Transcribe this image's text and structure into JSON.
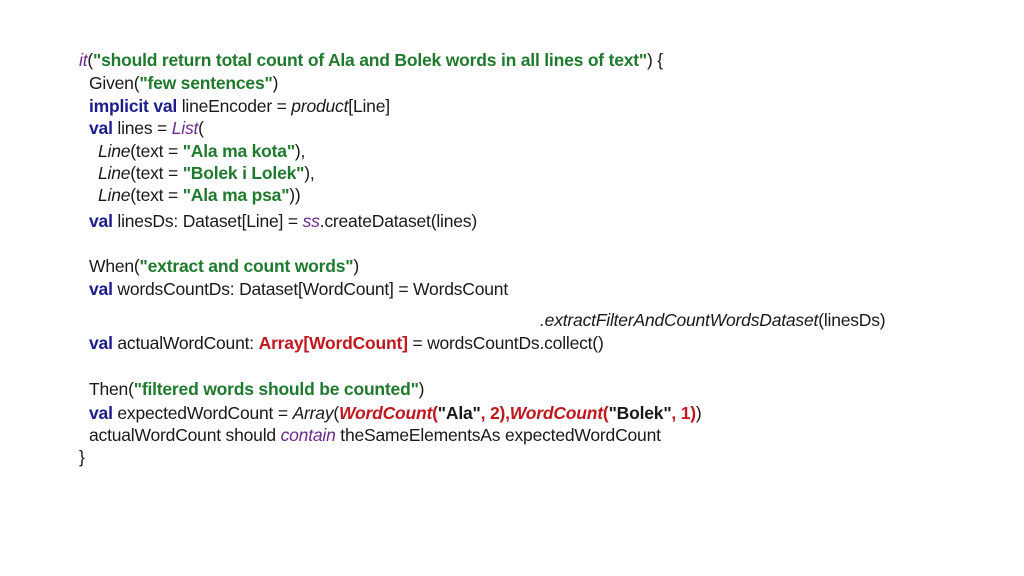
{
  "colors": {
    "plain": "#1a1a1a",
    "keyword": "#1c1c8c",
    "string": "#1f7a2e",
    "method": "#6b2b8c",
    "accent": "#c0181f"
  },
  "lines": [
    [
      {
        "text": "it",
        "role": "method",
        "italic": true
      },
      {
        "text": "(",
        "role": "plain"
      },
      {
        "text": "\"should return total count of Ala and Bolek words in all lines of text\"",
        "role": "string",
        "bold": true
      },
      {
        "text": ") {",
        "role": "plain"
      }
    ],
    [
      {
        "text": "Given(",
        "role": "plain"
      },
      {
        "text": "\"few sentences\"",
        "role": "string",
        "bold": true
      },
      {
        "text": ")",
        "role": "plain"
      }
    ],
    [
      {
        "text": "implicit val",
        "role": "keyword",
        "bold": true
      },
      {
        "text": " lineEncoder = ",
        "role": "plain"
      },
      {
        "text": "product",
        "role": "plain",
        "italic": true
      },
      {
        "text": "[Line]",
        "role": "plain"
      }
    ],
    [
      {
        "text": "val",
        "role": "keyword",
        "bold": true
      },
      {
        "text": " lines = ",
        "role": "plain"
      },
      {
        "text": "List",
        "role": "method",
        "italic": true
      },
      {
        "text": "(",
        "role": "plain"
      }
    ],
    [
      {
        "text": "Line",
        "role": "plain",
        "italic": true
      },
      {
        "text": "(text = ",
        "role": "plain"
      },
      {
        "text": "\"Ala ma kota\"",
        "role": "string",
        "bold": true
      },
      {
        "text": "),",
        "role": "plain"
      }
    ],
    [
      {
        "text": "Line",
        "role": "plain",
        "italic": true
      },
      {
        "text": "(text = ",
        "role": "plain"
      },
      {
        "text": "\"Bolek i Lolek\"",
        "role": "string",
        "bold": true
      },
      {
        "text": "),",
        "role": "plain"
      }
    ],
    [
      {
        "text": "Line",
        "role": "plain",
        "italic": true
      },
      {
        "text": "(text = ",
        "role": "plain"
      },
      {
        "text": "\"Ala ma psa\"",
        "role": "string",
        "bold": true
      },
      {
        "text": "))",
        "role": "plain"
      }
    ],
    [
      {
        "text": "val",
        "role": "keyword",
        "bold": true
      },
      {
        "text": " linesDs: Dataset[Line] = ",
        "role": "plain"
      },
      {
        "text": "ss",
        "role": "method",
        "italic": true
      },
      {
        "text": ".createDataset(lines)",
        "role": "plain"
      }
    ],
    [
      {
        "text": "When(",
        "role": "plain"
      },
      {
        "text": "\"extract and count words\"",
        "role": "string",
        "bold": true
      },
      {
        "text": ")",
        "role": "plain"
      }
    ],
    [
      {
        "text": "val",
        "role": "keyword",
        "bold": true
      },
      {
        "text": " wordsCountDs: Dataset[WordCount] = WordsCount",
        "role": "plain"
      }
    ],
    [
      {
        "text": ".extractFilterAndCountWordsDataset",
        "role": "plain",
        "italic": true
      },
      {
        "text": "(linesDs)",
        "role": "plain"
      }
    ],
    [
      {
        "text": "val",
        "role": "keyword",
        "bold": true
      },
      {
        "text": " actualWordCount: ",
        "role": "plain"
      },
      {
        "text": "Array[WordCount]",
        "role": "accent",
        "bold": true
      },
      {
        "text": " = wordsCountDs.collect()",
        "role": "plain"
      }
    ],
    [
      {
        "text": "Then(",
        "role": "plain"
      },
      {
        "text": "\"filtered words should be counted\"",
        "role": "string",
        "bold": true
      },
      {
        "text": ")",
        "role": "plain"
      }
    ],
    [
      {
        "text": "val",
        "role": "keyword",
        "bold": true
      },
      {
        "text": " expectedWordCount = ",
        "role": "plain"
      },
      {
        "text": "Array",
        "role": "plain",
        "italic": true
      },
      {
        "text": "(",
        "role": "plain"
      },
      {
        "text": "WordCount",
        "role": "accent",
        "bold": true,
        "italic": true
      },
      {
        "text": "(",
        "role": "accent",
        "bold": true
      },
      {
        "text": "\"Ala\"",
        "role": "plain",
        "bold": true
      },
      {
        "text": ", 2),",
        "role": "accent",
        "bold": true
      },
      {
        "text": "WordCount",
        "role": "accent",
        "bold": true,
        "italic": true
      },
      {
        "text": "(",
        "role": "accent",
        "bold": true
      },
      {
        "text": "\"Bolek\"",
        "role": "plain",
        "bold": true
      },
      {
        "text": ", 1)",
        "role": "accent",
        "bold": true
      },
      {
        "text": ")",
        "role": "plain"
      }
    ],
    [
      {
        "text": "actualWordCount should ",
        "role": "plain"
      },
      {
        "text": "contain",
        "role": "method",
        "italic": true
      },
      {
        "text": " theSameElementsAs expectedWordCount",
        "role": "plain"
      }
    ],
    [
      {
        "text": "}",
        "role": "plain"
      }
    ]
  ]
}
